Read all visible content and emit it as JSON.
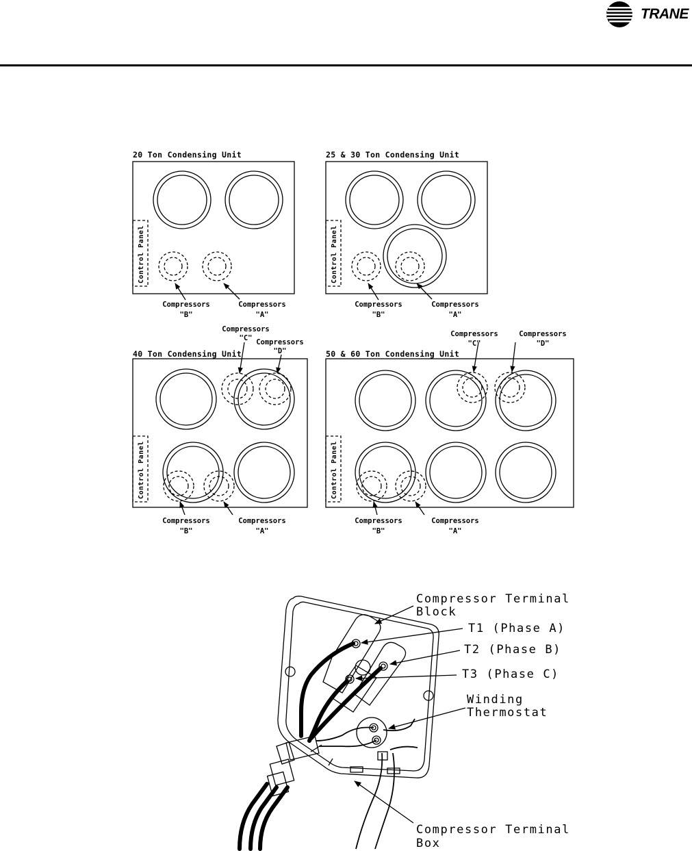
{
  "header": {
    "brand": "TRANE"
  },
  "top_diagram": {
    "panels": [
      {
        "title": "20 Ton Condensing Unit",
        "control_panel": "Control Panel",
        "labels": [
          "Compressors",
          "\"B\"",
          "Compressors",
          "\"A\""
        ]
      },
      {
        "title": "25 & 30 Ton Condensing Unit",
        "control_panel": "Control Panel",
        "labels": [
          "Compressors",
          "\"B\"",
          "Compressors",
          "\"A\""
        ]
      },
      {
        "title": "40 Ton Condensing Unit",
        "control_panel": "Control Panel",
        "labels": [
          "Compressors",
          "\"B\"",
          "Compressors",
          "\"A\"",
          "Compressors",
          "\"C\"",
          "Compressors",
          "\"D\""
        ]
      },
      {
        "title": "50 & 60 Ton Condensing Unit",
        "control_panel": "Control Panel",
        "labels": [
          "Compressors",
          "\"B\"",
          "Compressors",
          "\"A\"",
          "Compressors",
          "\"C\"",
          "Compressors",
          "\"D\""
        ]
      }
    ]
  },
  "bottom_diagram": {
    "labels": {
      "terminal_block_1": "Compressor Terminal",
      "terminal_block_2": "Block",
      "t1": "T1 (Phase A)",
      "t2": "T2 (Phase B)",
      "t3": "T3 (Phase C)",
      "winding_1": "Winding",
      "winding_2": "Thermostat",
      "terminal_box_1": "Compressor Terminal",
      "terminal_box_2": "Box"
    }
  }
}
